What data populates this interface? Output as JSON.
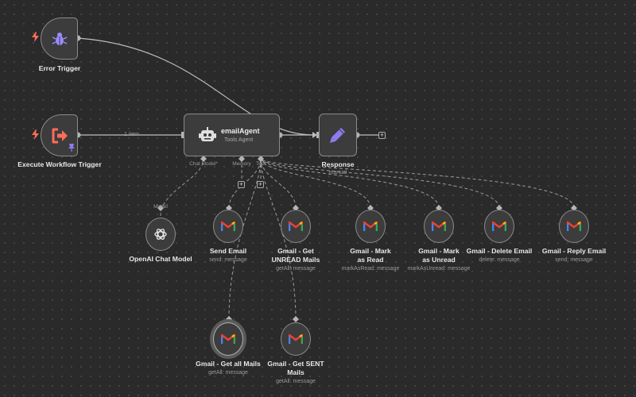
{
  "colors": {
    "canvas": "#2a2a2a",
    "node_fill": "#3c3c3c",
    "node_border": "#8a8a8a",
    "trigger_bolt": "#ff6d5a",
    "error_icon": "#9a8cff",
    "execute_icon": "#ff6d5a",
    "pencil_icon": "#8c7cf0",
    "edge": "#bdbdbd"
  },
  "nodes": {
    "error_trigger": {
      "label": "Error Trigger",
      "icon": "bug-icon"
    },
    "execute_trigger": {
      "label": "Execute Workflow Trigger",
      "icon": "sign-out-icon"
    },
    "email_agent": {
      "title": "emailAgent",
      "subtitle": "Tools Agent",
      "icon": "robot-icon"
    },
    "response": {
      "label": "Response",
      "sub": "manual",
      "icon": "pencil-icon"
    },
    "openai": {
      "label": "OpenAI Chat Model",
      "icon": "openai-icon"
    },
    "gmail_send": {
      "label": "Send Email",
      "sub": "send: message"
    },
    "gmail_unread": {
      "label": "Gmail - Get UNREAD Mails",
      "sub": "getAll: message"
    },
    "gmail_mark_read": {
      "label": "Gmail - Mark as Read",
      "sub": "markAsRead: message"
    },
    "gmail_mark_unread": {
      "label": "Gmail - Mark as Unread",
      "sub": "markAsUnread: message"
    },
    "gmail_delete": {
      "label": "Gmail - Delete Email",
      "sub": "delete: message"
    },
    "gmail_reply": {
      "label": "Gmail - Reply Email",
      "sub": "send: message"
    },
    "gmail_all": {
      "label": "Gmail - Get all Mails",
      "sub": "getAll: message"
    },
    "gmail_sent": {
      "label": "Gmail - Get SENT Mails",
      "sub": "getAll: message"
    }
  },
  "ports": {
    "chat_model": "Chat Model*",
    "memory": "Memory",
    "tool": "Tool",
    "model": "Model"
  },
  "edge_label": "1 item"
}
